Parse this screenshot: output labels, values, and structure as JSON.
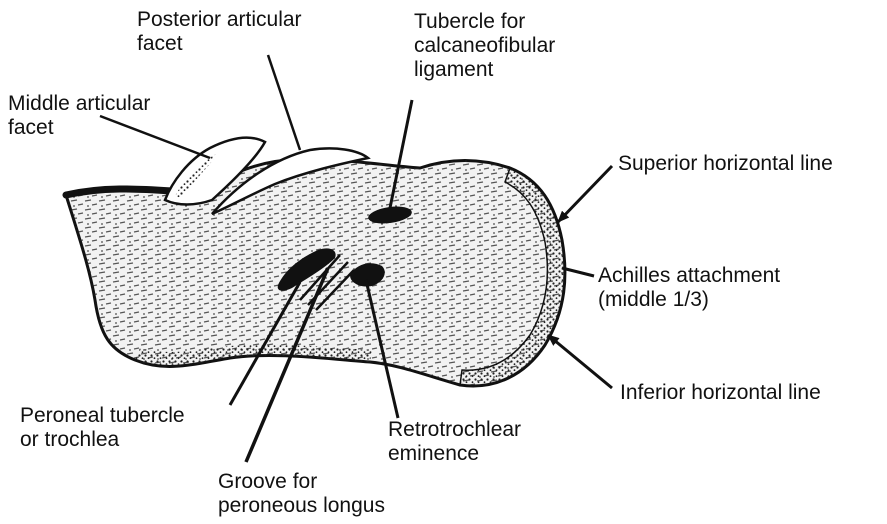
{
  "diagram": {
    "background_color": "#ffffff",
    "ink_color": "#111111",
    "bone_fill": "#f2f2f2",
    "labels": {
      "posterior_articular_facet": [
        "Posterior articular",
        "facet"
      ],
      "tubercle_calcaneofibular": [
        "Tubercle for",
        "calcaneofibular",
        "ligament"
      ],
      "middle_articular_facet": [
        "Middle articular",
        "facet"
      ],
      "superior_horizontal_line": [
        "Superior horizontal line"
      ],
      "achilles_attachment": [
        "Achilles attachment",
        "(middle 1/3)"
      ],
      "inferior_horizontal_line": [
        "Inferior horizontal line"
      ],
      "peroneal_tubercle": [
        "Peroneal tubercle",
        "or trochlea"
      ],
      "retrotrochlear_eminence": [
        "Retrotrochlear",
        "eminence"
      ],
      "groove_peroneus_longus": [
        "Groove for",
        "peroneous longus"
      ]
    }
  }
}
